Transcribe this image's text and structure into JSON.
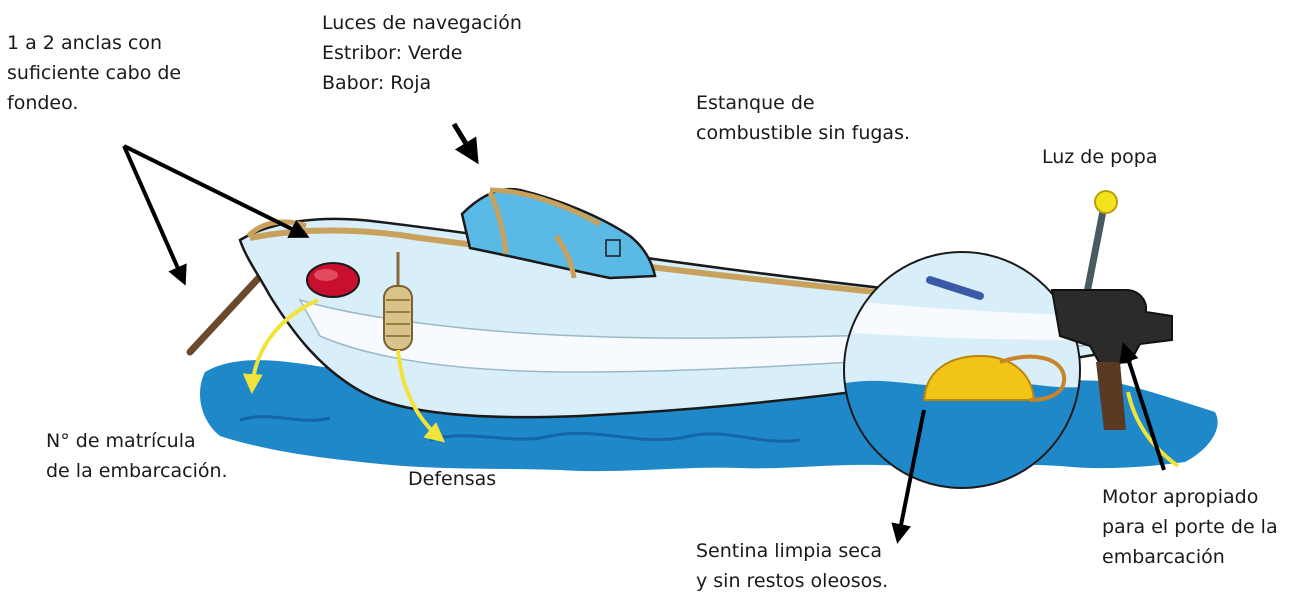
{
  "labels": {
    "anchors": [
      "1 a 2 anclas con",
      "suficiente cabo de",
      "fondeo."
    ],
    "nav_lights": [
      "Luces de navegación",
      "Estribor: Verde",
      "Babor: Roja"
    ],
    "fuel_tank": [
      "Estanque de",
      "combustible sin fugas."
    ],
    "stern_light": [
      "Luz de popa"
    ],
    "registration": [
      "N° de matrícula",
      "de la embarcación."
    ],
    "fenders": [
      "Defensas"
    ],
    "bilge": [
      "Sentina limpia seca",
      "y sin restos oleosos."
    ],
    "motor": [
      "Motor apropiado",
      "para el porte de la",
      "embarcación"
    ]
  },
  "colors": {
    "sea": "#1f88c8",
    "sea_dark": "#1466a6",
    "hull": "#d8eef8",
    "hull_stripe": "#f7fbff",
    "trim": "#c8a25c",
    "windshield": "#5bb9e6",
    "fender_red": "#c8102e",
    "fender_tan": "#d8c48a",
    "lamp_yellow": "#f4e21c",
    "tank_yellow": "#f2c417",
    "motor_dark": "#2b2b2b",
    "leader_yellow": "#f2e33a",
    "arrow": "#000000"
  }
}
